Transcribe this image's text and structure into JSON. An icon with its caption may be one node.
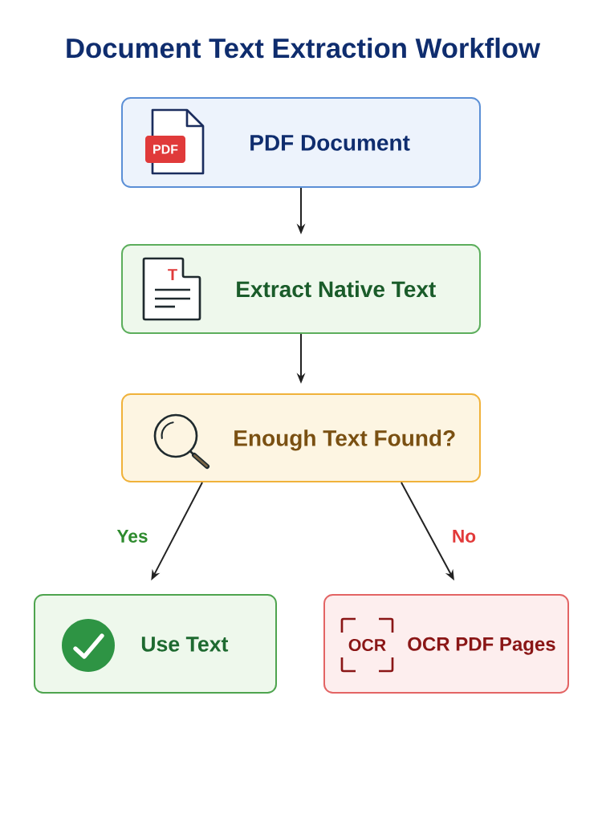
{
  "diagram": {
    "title": "Document Text Extraction Workflow",
    "nodes": [
      {
        "text": [
          "PDF",
          "PDF Document"
        ]
      },
      {
        "text": [
          "T",
          "Extract Native Text"
        ]
      },
      {
        "text": [
          "Enough Text Found?"
        ]
      },
      {
        "text": [
          "Use Text"
        ]
      },
      {
        "text": [
          "OCR",
          "OCR PDF Pages"
        ]
      }
    ],
    "edges": [
      {
        "from": 0,
        "to": 1,
        "arrow": "to"
      },
      {
        "from": 1,
        "to": 2,
        "arrow": "to"
      },
      {
        "from": 2,
        "to": 3,
        "arrow": "to",
        "label": "Yes"
      },
      {
        "from": 2,
        "to": 4,
        "arrow": "to",
        "label": "No"
      }
    ]
  }
}
